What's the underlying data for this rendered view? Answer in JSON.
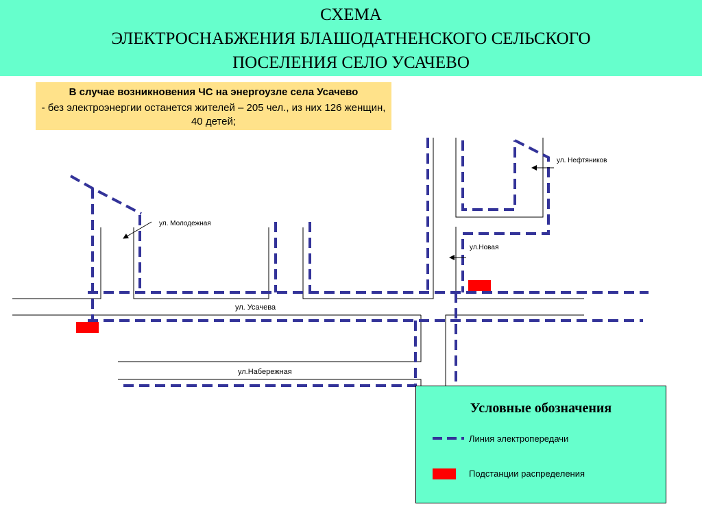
{
  "header": {
    "line1": "СХЕМА",
    "line2": "ЭЛЕКТРОСНАБЖЕНИЯ БЛАШОДАТНЕНСКОГО СЕЛЬСКОГО",
    "line3": "ПОСЕЛЕНИЯ  СЕЛО  УСАЧЕВО"
  },
  "info": {
    "title": "В случае возникновения ЧС на энергоузле села Усачево",
    "text": "- без электроэнергии останется жителей – 205 чел., из них 126 женщин, 40 детей;"
  },
  "streets": {
    "molodezhnaya": "ул.   Молодежная",
    "neftyanikov": "ул. Нефтяников",
    "novaya": "ул.Новая",
    "usacheva": "ул. Усачева",
    "naberezhnaya": "ул.Набережная"
  },
  "legend": {
    "title": "Условные обозначения",
    "power_line": "Линия электропередачи",
    "substation": "Подстанции распределения"
  },
  "colors": {
    "header_bg": "#66ffcc",
    "info_bg": "#ffe28a",
    "power_line": "#333399",
    "substation": "#ff0000"
  }
}
